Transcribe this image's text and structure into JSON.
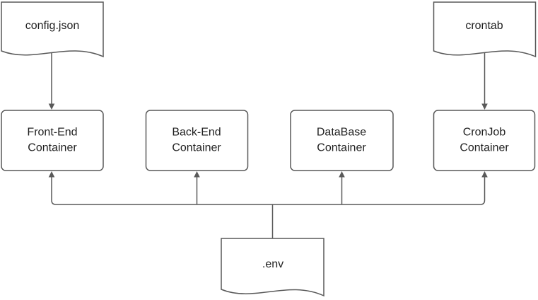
{
  "diagram": {
    "type": "flowchart",
    "background": "#ffffff",
    "colors": {
      "stroke": "#595959",
      "arrow": "#595959",
      "node_fill": "#ffffff",
      "text": "#1f1f1f"
    },
    "nodes": {
      "config_json": {
        "label": "config.json",
        "shape": "document"
      },
      "crontab": {
        "label": "crontab",
        "shape": "document"
      },
      "frontend": {
        "label": "Front-End\nContainer",
        "shape": "rounded-rectangle"
      },
      "backend": {
        "label": "Back-End\nContainer",
        "shape": "rounded-rectangle"
      },
      "database": {
        "label": "DataBase\nContainer",
        "shape": "rounded-rectangle"
      },
      "cronjob": {
        "label": "CronJob\nContainer",
        "shape": "rounded-rectangle"
      },
      "env": {
        "label": ".env",
        "shape": "document"
      }
    },
    "edges": [
      {
        "from": "config_json",
        "to": "frontend",
        "arrow": "to"
      },
      {
        "from": "crontab",
        "to": "cronjob",
        "arrow": "to"
      },
      {
        "from": "env",
        "to": "frontend",
        "arrow": "to"
      },
      {
        "from": "env",
        "to": "backend",
        "arrow": "to"
      },
      {
        "from": "env",
        "to": "database",
        "arrow": "to"
      },
      {
        "from": "env",
        "to": "cronjob",
        "arrow": "to"
      }
    ]
  }
}
